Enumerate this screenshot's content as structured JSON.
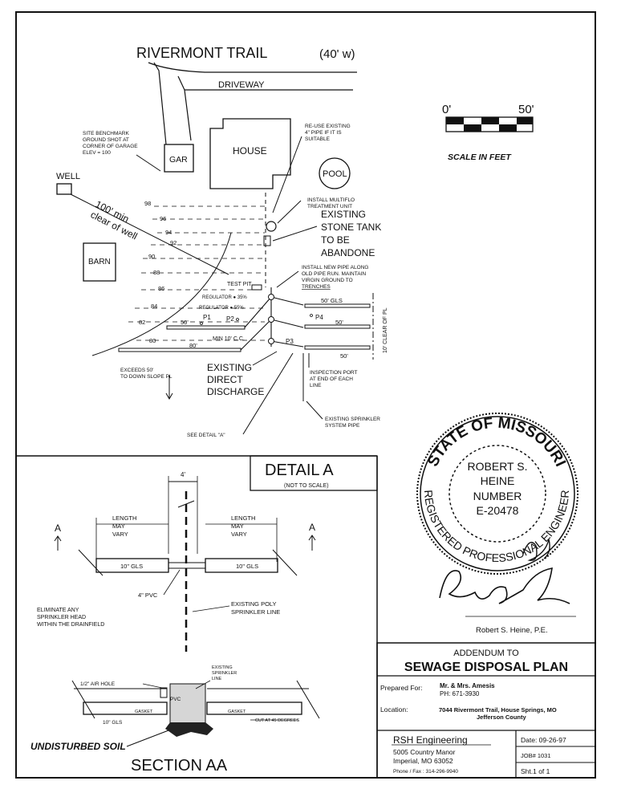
{
  "site_plan": {
    "road_label": "RIVERMONT TRAIL",
    "road_width": "(40' w)",
    "driveway": "DRIVEWAY",
    "benchmark": [
      "SITE BENCHMARK",
      "GROUND SHOT AT",
      "CORNER OF GARAGE",
      "ELEV = 100"
    ],
    "gar": "GAR",
    "house": "HOUSE",
    "pool": "POOL",
    "reuse_pipe": [
      "RE-USE EXISTING",
      "4\" PIPE IF IT IS",
      "SUITABLE"
    ],
    "well": "WELL",
    "well_clear_1": "100' min",
    "well_clear_2": "clear of well",
    "barn": "BARN",
    "contours": [
      "98",
      "96",
      "94",
      "92",
      "90",
      "88",
      "86",
      "84",
      "82",
      "80"
    ],
    "install_multiflo": [
      "INSTALL MULTIFLO",
      "TREATMENT UNIT"
    ],
    "stone_tank": [
      "EXISTING",
      "STONE TANK",
      "TO BE",
      "ABANDONE"
    ],
    "install_pipe": [
      "INSTALL NEW PIPE ALONG",
      "OLD PIPE RUN.  MAINTAIN",
      "VIRGIN GROUND TO",
      "TRENCHES"
    ],
    "test_pit": "TEST PIT",
    "regulator_1": "REGULATOR ● 35%",
    "regulator_2": "REGULATOR ● 55%",
    "p1": "P1",
    "p2": "P2",
    "p3": "P3",
    "p4": "P4",
    "len_50_a": "50'",
    "len_80": "80'",
    "min_cc": "MIN 10' C.C.",
    "gls_50": "50' GLS",
    "len_50_b": "50'",
    "len_50_c": "50'",
    "clear_pl": "10' CLEAR OF PL",
    "exceeds": [
      "EXCEEDS 50'",
      "TO DOWN SLOPE PL"
    ],
    "direct_discharge": [
      "EXISTING",
      "DIRECT",
      "DISCHARGE"
    ],
    "inspection_port": [
      "INSPECTION PORT",
      "AT END OF EACH",
      "LINE"
    ],
    "see_detail": "SEE DETAIL \"A\"",
    "existing_sprinkler": [
      "EXISTING SPRINKLER",
      "SYSTEM PIPE"
    ]
  },
  "scale": {
    "start": "0'",
    "end": "50'",
    "caption": "SCALE IN FEET"
  },
  "detail_a": {
    "title": "DETAIL A",
    "subtitle": "(NOT TO SCALE)",
    "width": "4'",
    "length_left": [
      "LENGTH",
      "MAY",
      "VARY"
    ],
    "length_right": [
      "LENGTH",
      "MAY",
      "VARY"
    ],
    "a_left": "A",
    "a_right": "A",
    "gls_left": "10\" GLS",
    "gls_right": "10\" GLS",
    "pvc": "4\" PVC",
    "poly": [
      "EXISTING POLY",
      "SPRINKLER LINE"
    ],
    "eliminate": [
      "ELIMINATE ANY",
      "SPRINKLER HEAD",
      "WITHIN THE DRAINFIELD"
    ]
  },
  "section_aa": {
    "title": "SECTION AA",
    "air_hole": "1/2\" AIR HOLE",
    "existing_sprinkler": [
      "EXISTING",
      "SPRINKLER",
      "LINE"
    ],
    "pvc": "PVC",
    "gasket_left": "GASKET",
    "gasket_right": "GASKET",
    "gls": "10\" GLS",
    "cut": "CUT AT 45 DEGREES",
    "undisturbed": "UNDISTURBED SOIL"
  },
  "seal": {
    "top_text": "STATE OF MISSOURI",
    "bottom_text": "REGISTERED PROFESSIONAL ENGINEER",
    "name_1": "ROBERT S.",
    "name_2": "HEINE",
    "number_label": "NUMBER",
    "number": "E-20478",
    "signature_name": "Robert S. Heine, P.E."
  },
  "title_block": {
    "line1": "ADDENDUM TO",
    "line2": "SEWAGE DISPOSAL PLAN",
    "prepared_label": "Prepared For:",
    "client": "Mr. & Mrs. Amesis",
    "phone": "PH: 671-3930",
    "location_label": "Location:",
    "address": "7044 Rivermont Trail, House Springs, MO",
    "county": "Jefferson County",
    "firm": "RSH Engineering",
    "firm_addr1": "5005 Country Manor",
    "firm_addr2": "Imperial, MO 63052",
    "firm_phone": "Phone / Fax : 314-296-9940",
    "date": "Date:  09-26-97",
    "job": "JOB#  1031",
    "sheet": "Sht.1 of 1"
  }
}
